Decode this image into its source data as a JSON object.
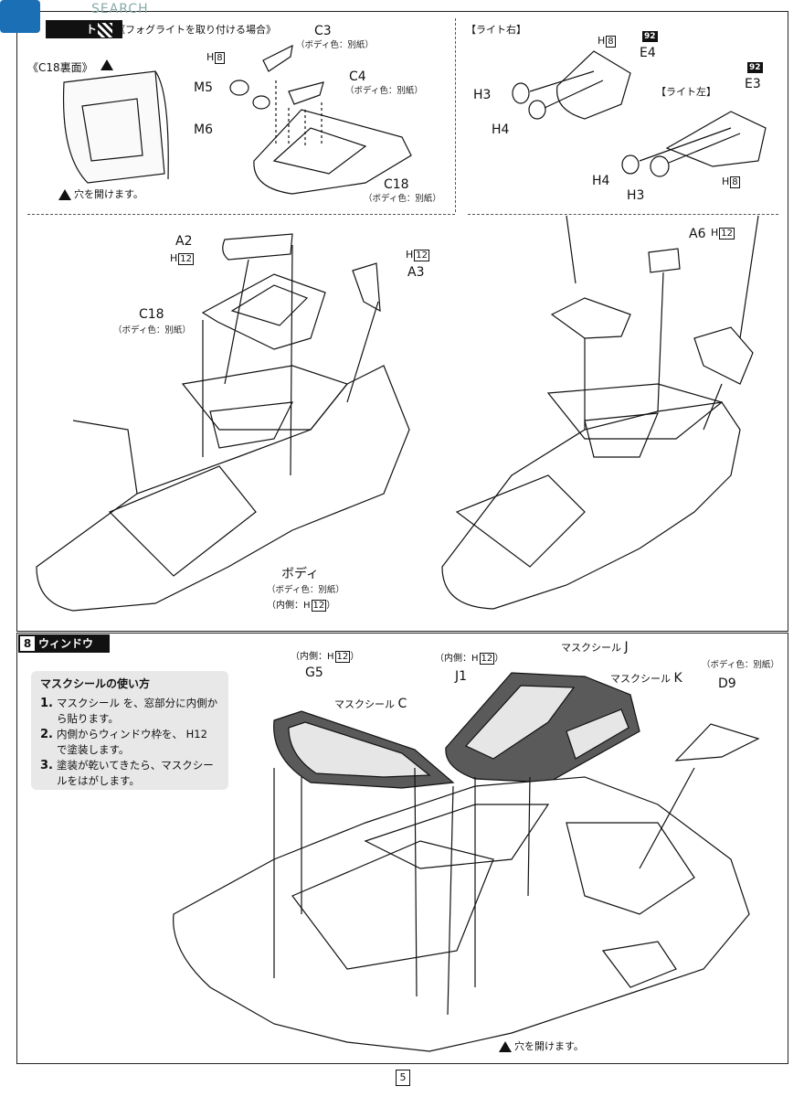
{
  "watermark": {
    "text": "SEARCH"
  },
  "section7": {
    "header_fragment": "ト",
    "fog_title": "《フォグライトを取り付ける場合》",
    "c18_back_title": "《C18裏面》",
    "drill_note": "穴を開けます。",
    "parts": {
      "c3": "C3",
      "c3_color": "（ボディ色：別紙）",
      "h8": "H",
      "h8_num": "8",
      "m5": "M5",
      "m6": "M6",
      "c4": "C4",
      "c4_color": "（ボディ色：別紙）",
      "c18": "C18",
      "c18_color": "（ボディ色：別紙）"
    },
    "light_right": {
      "title": "【ライト右】",
      "h8": "H",
      "h8_num": "8",
      "badge": "92",
      "e4": "E4",
      "h3": "H3",
      "h4": "H4"
    },
    "light_left": {
      "title": "【ライト左】",
      "badge": "92",
      "e3": "E3",
      "h4": "H4",
      "h3": "H3",
      "h8": "H",
      "h8_num": "8"
    },
    "main": {
      "a2": "A2",
      "a2_h": "H",
      "a2_h_num": "12",
      "c18": "C18",
      "c18_color": "（ボディ色：別紙）",
      "a3_h": "H",
      "a3_h_num": "12",
      "a3": "A3",
      "body": "ボディ",
      "body_color": "（ボディ色：別紙）",
      "body_inner": "（内側：",
      "body_inner_h": "H",
      "body_inner_num": "12",
      "body_inner_end": "）",
      "a6": "A6",
      "a6_h": "H",
      "a6_h_num": "12"
    }
  },
  "section8": {
    "number": "8",
    "title": "ウィンドウ",
    "mask_note": {
      "title": "マスクシールの使い方",
      "steps": [
        {
          "n": "1.",
          "text": "マスクシール を、窓部分に内側から貼ります。"
        },
        {
          "n": "2.",
          "text": "内側からウィンドウ枠を、 H12 で塗装します。"
        },
        {
          "n": "3.",
          "text": "塗装が乾いてきたら、マスクシールをはがします。"
        }
      ]
    },
    "g5_inner": "（内側：",
    "g5_h": "H",
    "g5_num": "12",
    "g5_end": "）",
    "g5": "G5",
    "mask_c": "マスクシール",
    "mask_c_letter": "C",
    "j1_inner": "（内側：",
    "j1_h": "H",
    "j1_num": "12",
    "j1_end": "）",
    "j1": "J1",
    "mask_j": "マスクシール",
    "mask_j_letter": "J",
    "mask_k": "マスクシール",
    "mask_k_letter": "K",
    "d9_color": "（ボディ色：別紙）",
    "d9": "D9",
    "drill_note": "穴を開けます。"
  },
  "page": {
    "number": "5"
  }
}
